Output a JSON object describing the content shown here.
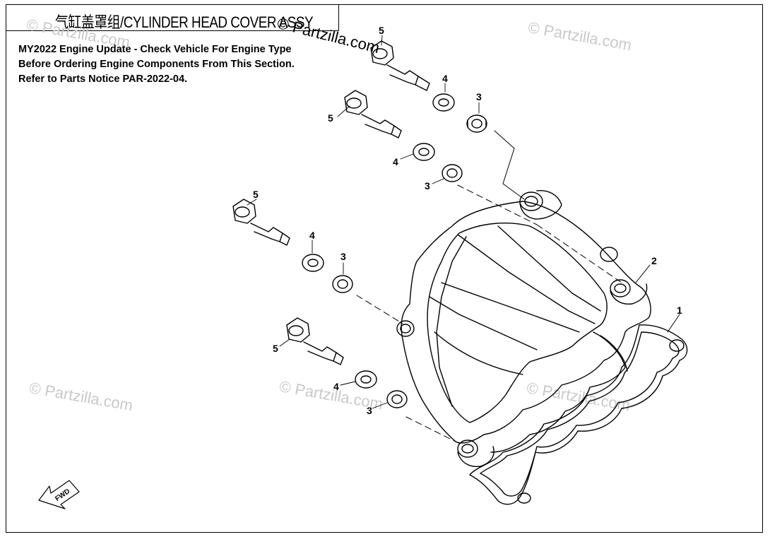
{
  "title": "气缸盖罩组/CYLINDER HEAD COVER ASSY",
  "notice": {
    "line1": "MY2022 Engine Update - Check Vehicle For Engine Type",
    "line2": "Before Ordering Engine Components From This Section.",
    "line3": "Refer to Parts Notice PAR-2022-04."
  },
  "watermark": "© Partzilla.com",
  "fwd": "FWD",
  "callouts": {
    "c1": "1",
    "c2": "2",
    "c3a": "3",
    "c3b": "3",
    "c3c": "3",
    "c3d": "3",
    "c4a": "4",
    "c4b": "4",
    "c4c": "4",
    "c4d": "4",
    "c5a": "5",
    "c5b": "5",
    "c5c": "5",
    "c5d": "5"
  }
}
